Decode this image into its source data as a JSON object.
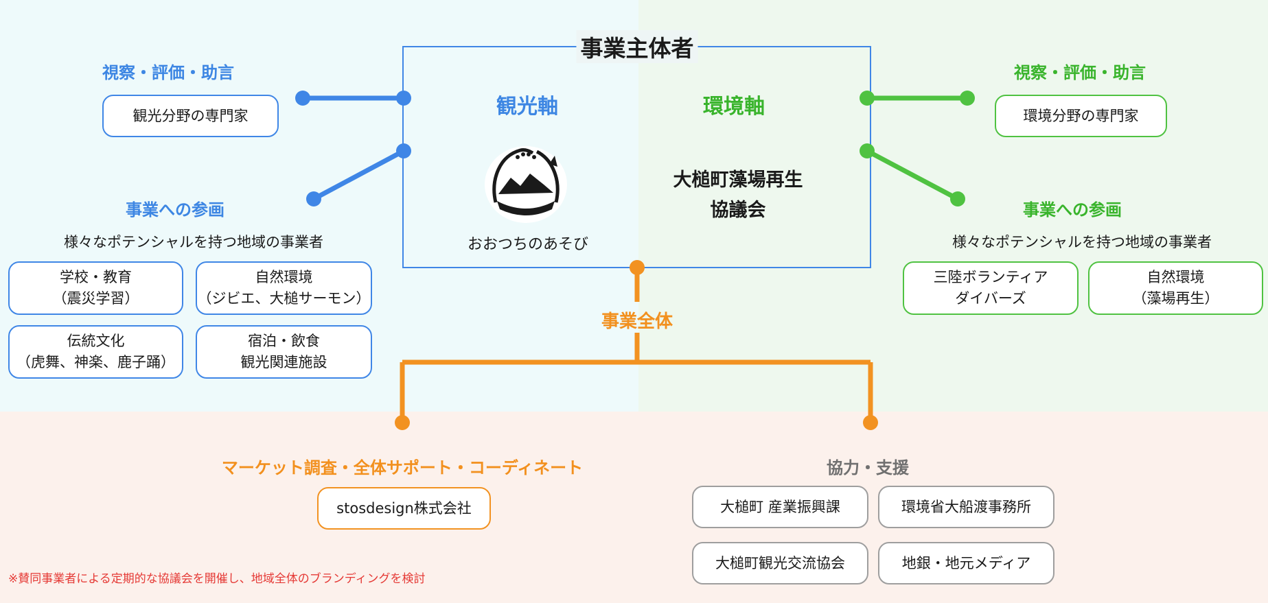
{
  "colors": {
    "blue": "#3f86e6",
    "green": "#4fc241",
    "orange": "#f29221",
    "gray": "#9e9e9e",
    "note_red": "#e53935"
  },
  "main": {
    "title": "事業主体者",
    "tourism_axis": "観光軸",
    "environment_axis": "環境軸",
    "logo_caption": "おおつちのあそび",
    "council_line1": "大槌町藻場再生",
    "council_line2": "協議会"
  },
  "left": {
    "advice_title": "視察・評価・助言",
    "expert_label": "観光分野の専門家",
    "participation_title": "事業への参画",
    "participation_sub": "様々なポテンシャルを持つ地域の事業者",
    "boxes": [
      {
        "line1": "学校・教育",
        "line2": "（震災学習）"
      },
      {
        "line1": "自然環境",
        "line2": "（ジビエ、大槌サーモン）"
      },
      {
        "line1": "伝統文化",
        "line2": "（虎舞、神楽、鹿子踊）"
      },
      {
        "line1": "宿泊・飲食",
        "line2": "観光関連施設"
      }
    ]
  },
  "right": {
    "advice_title": "視察・評価・助言",
    "expert_label": "環境分野の専門家",
    "participation_title": "事業への参画",
    "participation_sub": "様々なポテンシャルを持つ地域の事業者",
    "boxes": [
      {
        "line1": "三陸ボランティア",
        "line2": "ダイバーズ"
      },
      {
        "line1": "自然環境",
        "line2": "（藻場再生）"
      }
    ]
  },
  "whole": {
    "label": "事業全体",
    "market_title": "マーケット調査・全体サポート・コーディネート",
    "company": "stosdesign株式会社",
    "support_title": "協力・支援",
    "support_boxes": [
      "大槌町 産業振興課",
      "環境省大船渡事務所",
      "大槌町観光交流協会",
      "地銀・地元メディア"
    ]
  },
  "note": "※賛同事業者による定期的な協議会を開催し、地域全体のブランディングを検討"
}
